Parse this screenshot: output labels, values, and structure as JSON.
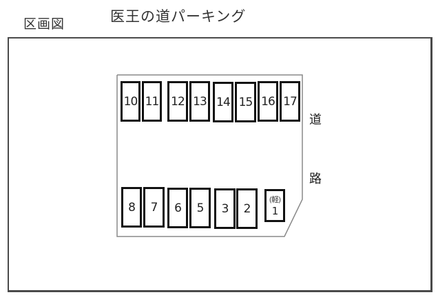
{
  "header": {
    "section_label": "区画図",
    "title": "医王の道パーキング"
  },
  "road_label": {
    "char1": "道",
    "char2": "路"
  },
  "spaces_top": [
    {
      "number": "10"
    },
    {
      "number": "11"
    },
    {
      "number": "12"
    },
    {
      "number": "13"
    },
    {
      "number": "14"
    },
    {
      "number": "15"
    },
    {
      "number": "16"
    },
    {
      "number": "17"
    }
  ],
  "spaces_bottom": [
    {
      "number": "8"
    },
    {
      "number": "7"
    },
    {
      "number": "6"
    },
    {
      "number": "5"
    },
    {
      "number": "3"
    },
    {
      "number": "2"
    }
  ],
  "kei_space": {
    "tag": "(軽)",
    "number": "1"
  },
  "colors": {
    "frame": "#4a4a4a",
    "lot_outline": "#888888",
    "space_border": "#111111"
  }
}
